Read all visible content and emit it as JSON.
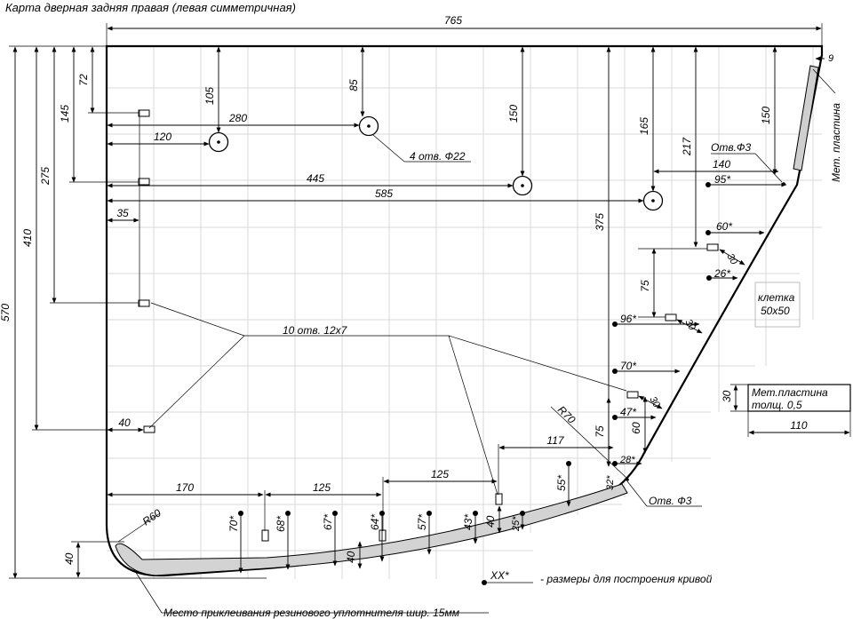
{
  "title": "Карта дверная задняя правая (левая симметричная)",
  "dims": {
    "width_total": "765",
    "height_total": "570",
    "h410": "410",
    "h275": "275",
    "h145": "145",
    "h72": "72",
    "v105": "105",
    "v85": "85",
    "v150_mid": "150",
    "v165": "165",
    "v375": "375",
    "v217": "217",
    "v150_right": "150",
    "v9": "9",
    "h280": "280",
    "h120": "120",
    "h445": "445",
    "h585": "585",
    "h35": "35",
    "h140": "140",
    "h40_left": "40",
    "h170": "170",
    "h125_a": "125",
    "h125_b": "125",
    "h117": "117",
    "v75_a": "75",
    "v75_b": "75",
    "v60": "60",
    "v30_a": "30",
    "v30_b": "30",
    "v30_c": "30",
    "v40_bl": "40",
    "v40_b1": "40",
    "v40_b2": "40",
    "r60": "R60",
    "r70": "R70"
  },
  "curve_points": [
    "95*",
    "60*",
    "26*",
    "96*",
    "70*",
    "47*",
    "28*",
    "32*",
    "55*",
    "25*",
    "43*",
    "57*",
    "64*",
    "67*",
    "68*",
    "70*"
  ],
  "annotations": {
    "holes_22": "4 отв. Ф22",
    "holes_3_top": "Отв.Ф3",
    "holes_3_bottom": "Отв. Ф3",
    "slots": "10 отв. 12х7",
    "plate_side": "Мет. пластина",
    "cell_1": "клетка",
    "cell_2": "50х50",
    "plate_legend_1": "Мет.пластина",
    "plate_legend_2": "толщ. 0,5",
    "plate_legend_w": "110",
    "plate_legend_h": "30",
    "seal": "Место приклеивания резинового уплотнителя шир. 15мм",
    "legend_key": "XX*",
    "legend_text": "- размеры для построения кривой"
  }
}
